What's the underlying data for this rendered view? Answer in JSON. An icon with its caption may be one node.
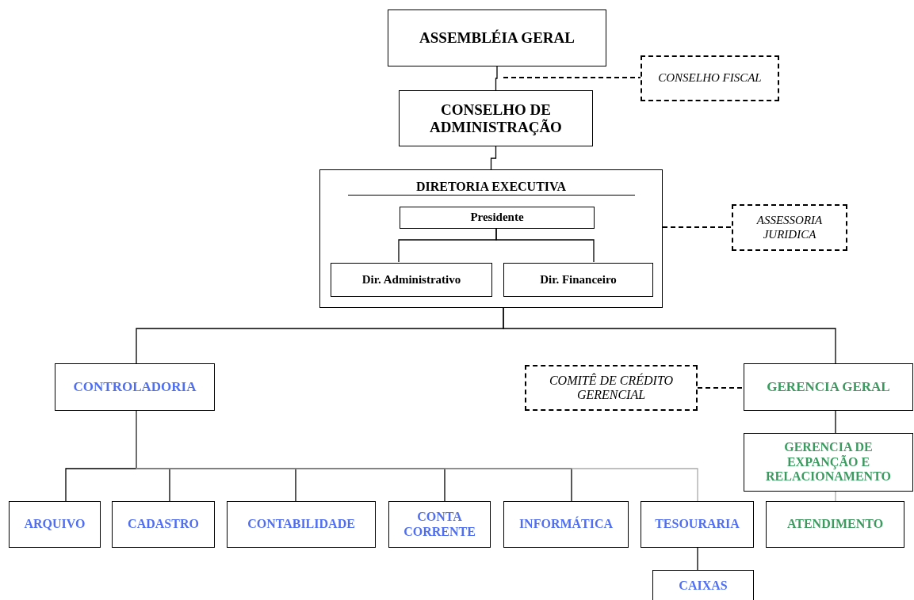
{
  "diagram": {
    "nodes": [
      {
        "text": [
          "ASSEMBLÉIA GERAL"
        ]
      },
      {
        "text": [
          "CONSELHO FISCAL"
        ]
      },
      {
        "text": [
          "CONSELHO DE ADMINISTRAÇÃO"
        ]
      },
      {
        "text": [
          "DIRETORIA EXECUTIVA"
        ]
      },
      {
        "text": [
          "Presidente"
        ],
        "in": 3
      },
      {
        "text": [
          "Dir. Administrativo"
        ],
        "in": 3
      },
      {
        "text": [
          "Dir. Financeiro"
        ],
        "in": 3
      },
      {
        "text": [
          "ASSESSORIA JURIDICA"
        ]
      },
      {
        "text": [
          "CONTROLADORIA"
        ]
      },
      {
        "text": [
          "COMITÊ DE CRÉDITO GERENCIAL"
        ]
      },
      {
        "text": [
          "GERENCIA GERAL"
        ]
      },
      {
        "text": [
          "GERENCIA DE EXPANÇÃO E RELACIONAMENTO"
        ]
      },
      {
        "text": [
          "ARQUIVO"
        ]
      },
      {
        "text": [
          "CADASTRO"
        ]
      },
      {
        "text": [
          "CONTABILIDADE"
        ]
      },
      {
        "text": [
          "CONTA CORRENTE"
        ]
      },
      {
        "text": [
          "INFORMÁTICA"
        ]
      },
      {
        "text": [
          "TESOURARIA"
        ]
      },
      {
        "text": [
          "ATENDIMENTO"
        ]
      },
      {
        "text": [
          "CAIXAS"
        ]
      }
    ],
    "edges": [
      {
        "from": 0,
        "to": 2,
        "arrow": "none"
      },
      {
        "from": null,
        "to": 1,
        "arrow": "none",
        "style": "dashed"
      },
      {
        "from": 2,
        "to": 3,
        "arrow": "none"
      },
      {
        "from": 3,
        "to": 7,
        "arrow": "none",
        "style": "dashed"
      },
      {
        "from": 4,
        "to": 5,
        "arrow": "none"
      },
      {
        "from": 4,
        "to": 6,
        "arrow": "none"
      },
      {
        "from": 3,
        "to": 8,
        "arrow": "none"
      },
      {
        "from": 3,
        "to": 10,
        "arrow": "none"
      },
      {
        "from": 9,
        "to": 10,
        "arrow": "none",
        "style": "dashed"
      },
      {
        "from": 10,
        "to": 11,
        "arrow": "none"
      },
      {
        "from": 11,
        "to": 18,
        "arrow": "none",
        "color": "#aaaaaa"
      },
      {
        "from": 8,
        "to": 12,
        "arrow": "none"
      },
      {
        "from": 8,
        "to": 13,
        "arrow": "none"
      },
      {
        "from": 8,
        "to": 14,
        "arrow": "none"
      },
      {
        "from": 8,
        "to": 15,
        "arrow": "none"
      },
      {
        "from": 8,
        "to": 16,
        "arrow": "none"
      },
      {
        "from": 8,
        "to": 17,
        "arrow": "none",
        "color": "#aaaaaa"
      },
      {
        "from": 17,
        "to": 19,
        "arrow": "none"
      }
    ]
  }
}
